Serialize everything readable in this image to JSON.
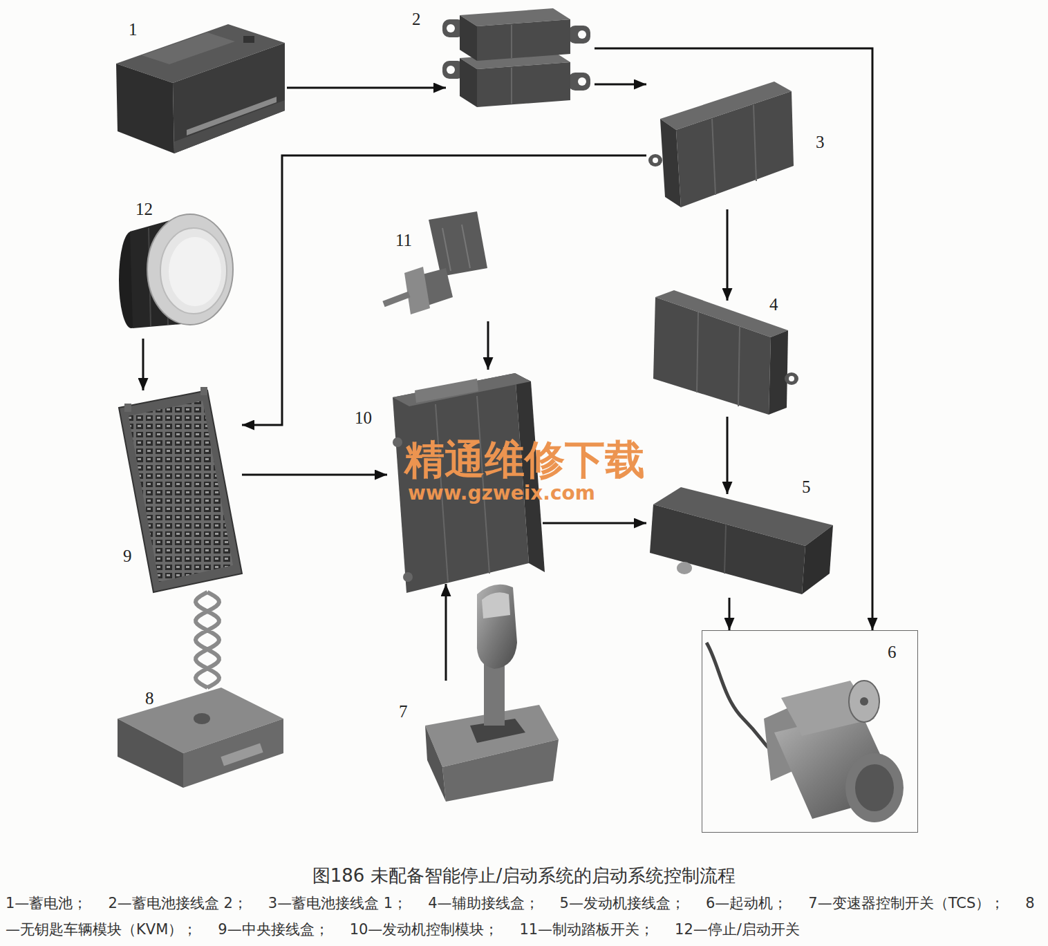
{
  "diagram": {
    "caption": "图186 未配备智能停止/启动系统的启动系统控制流程",
    "nodes": [
      {
        "text": [
          "1"
        ]
      },
      {
        "text": [
          "2"
        ]
      },
      {
        "text": [
          "3"
        ]
      },
      {
        "text": [
          "4"
        ]
      },
      {
        "text": [
          "5"
        ]
      },
      {
        "text": [
          "6"
        ]
      },
      {
        "text": [
          "7"
        ]
      },
      {
        "text": [
          "8"
        ]
      },
      {
        "text": [
          "9"
        ]
      },
      {
        "text": [
          "10"
        ]
      },
      {
        "text": [
          "11"
        ]
      },
      {
        "text": [
          "12"
        ]
      }
    ],
    "edges": [
      {
        "from": 0,
        "to": 1,
        "arrow": "to"
      },
      {
        "from": 1,
        "to": 2,
        "arrow": "to"
      },
      {
        "from": 1,
        "to": 5,
        "arrow": "to"
      },
      {
        "from": 2,
        "to": 8,
        "arrow": "to"
      },
      {
        "from": 2,
        "to": 3,
        "arrow": "to"
      },
      {
        "from": 3,
        "to": 4,
        "arrow": "to"
      },
      {
        "from": 4,
        "to": 5,
        "arrow": "to"
      },
      {
        "from": 11,
        "to": 8,
        "arrow": "to"
      },
      {
        "from": 8,
        "to": 9,
        "arrow": "to"
      },
      {
        "from": 10,
        "to": 9,
        "arrow": "to"
      },
      {
        "from": 6,
        "to": 9,
        "arrow": "to"
      },
      {
        "from": 9,
        "to": 4,
        "arrow": "to"
      },
      {
        "from": 8,
        "to": 7,
        "arrow": "none"
      }
    ],
    "labels": [
      "精通维修下载",
      "www.gzweix.com",
      "1—蓄电池；",
      "2—蓄电池接线盒 2；",
      "3—蓄电池接线盒 1；",
      "4—辅助接线盒；",
      "5—发动机接线盒；",
      "6—起动机；",
      "7—变速器控制开关（TCS）；",
      "8—无钥匙车辆模块（KVM）；",
      "9—中央接线盒；",
      "10—发动机控制模块；",
      "11—制动踏板开关；",
      "12—停止/启动开关"
    ]
  }
}
